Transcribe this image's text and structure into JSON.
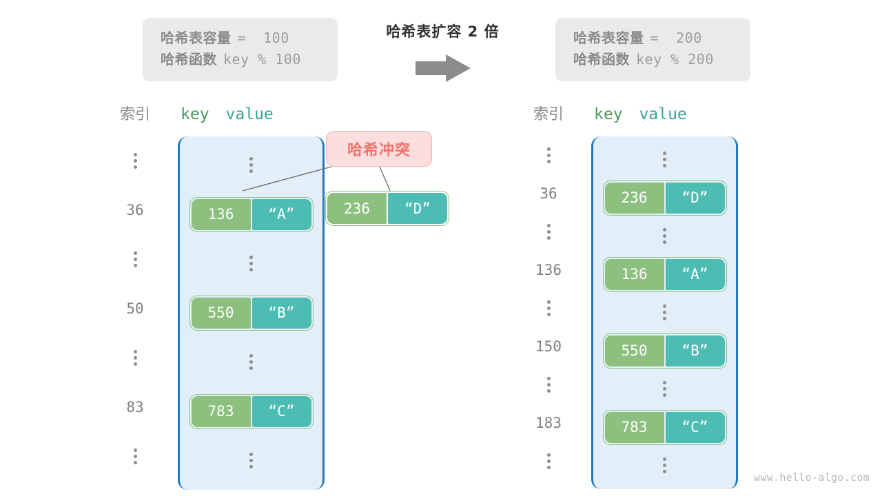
{
  "transform": {
    "title": "哈希表扩容 2 倍",
    "arrow_icon": "right-arrow-icon"
  },
  "info_left": {
    "capacity_label": "哈希表容量",
    "capacity_value": "=  100",
    "function_label": "哈希函数",
    "function_value": "key % 100"
  },
  "info_right": {
    "capacity_label": "哈希表容量",
    "capacity_value": "=  200",
    "function_label": "哈希函数",
    "function_value": "key % 200"
  },
  "headers": {
    "index": "索引",
    "key": "key",
    "value": "value"
  },
  "collision": {
    "badge_label": "哈希冲突",
    "pair": {
      "key": "236",
      "value": "“D”"
    }
  },
  "table_left": {
    "rows": [
      {
        "index": "⋮",
        "ellipsis": true
      },
      {
        "index": "36",
        "key": "136",
        "value": "“A”"
      },
      {
        "index": "⋮",
        "ellipsis": true
      },
      {
        "index": "50",
        "key": "550",
        "value": "“B”"
      },
      {
        "index": "⋮",
        "ellipsis": true
      },
      {
        "index": "83",
        "key": "783",
        "value": "“C”"
      },
      {
        "index": "⋮",
        "ellipsis": true
      }
    ]
  },
  "table_right": {
    "rows": [
      {
        "index": "⋮",
        "ellipsis": true
      },
      {
        "index": "36",
        "key": "236",
        "value": "“D”"
      },
      {
        "index": "⋮",
        "ellipsis": true
      },
      {
        "index": "136",
        "key": "136",
        "value": "“A”"
      },
      {
        "index": "⋮",
        "ellipsis": true
      },
      {
        "index": "150",
        "key": "550",
        "value": "“B”"
      },
      {
        "index": "⋮",
        "ellipsis": true
      },
      {
        "index": "183",
        "key": "783",
        "value": "“C”"
      },
      {
        "index": "⋮",
        "ellipsis": true
      }
    ]
  },
  "watermark": "www.hello-algo.com",
  "colors": {
    "key_cell": "#8cc07e",
    "value_cell": "#4dbdb4",
    "bucket_bg": "#e2eff9",
    "bucket_border": "#1f7ac4",
    "badge_bg": "#fbdedd",
    "badge_text": "#f2716b",
    "info_bg": "#eaeaea",
    "header_key": "#4a9b5c",
    "header_value": "#3aa39b"
  }
}
